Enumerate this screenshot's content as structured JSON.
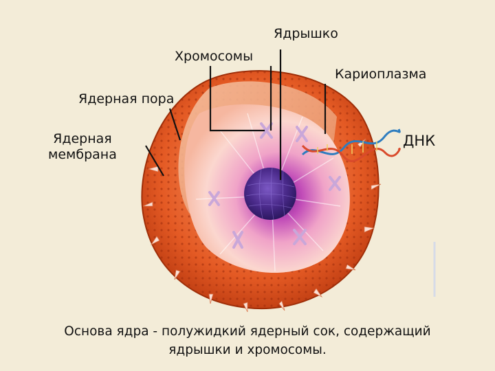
{
  "labels": {
    "nucleolus": "Ядрышко",
    "chromosomes": "Хромосомы",
    "karyoplasm": "Кариоплазма",
    "nuclear_pore": "Ядерная пора",
    "nuclear_membrane_line1": "Ядерная",
    "nuclear_membrane_line2": "мембрана",
    "dna": "ДНК"
  },
  "caption": {
    "line1": "Основа ядра - полужидкий ядерный сок, содержащий",
    "line2": "ядрышки и хромосомы."
  },
  "colors": {
    "background": "#f3ecd8",
    "membrane": "#e0531f",
    "karyoplasm": "#f6c9b8",
    "nucleolus": "#4a2a8a",
    "halo": "#b23fb0",
    "dna_strand_1": "#2e7dbf",
    "dna_strand_2": "#d94a2b"
  }
}
